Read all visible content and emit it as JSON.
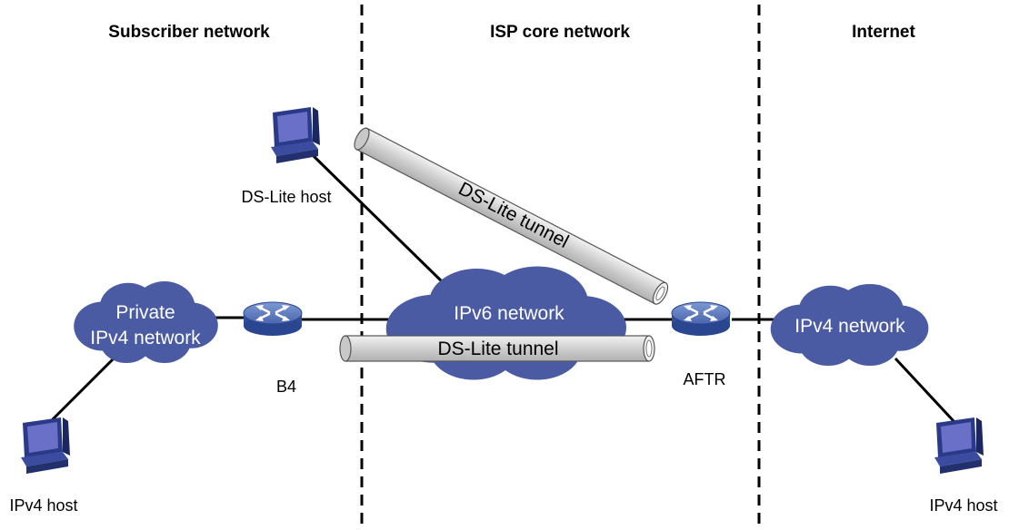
{
  "zones": {
    "subscriber": "Subscriber network",
    "isp_core": "ISP core network",
    "internet": "Internet"
  },
  "clouds": {
    "private_line1": "Private",
    "private_line2": "IPv4 network",
    "ipv6": "IPv6 network",
    "ipv4": "IPv4 network"
  },
  "devices": {
    "b4": "B4",
    "aftr": "AFTR"
  },
  "hosts": {
    "dslite": "DS-Lite host",
    "ipv4_left": "IPv4 host",
    "ipv4_right": "IPv4 host"
  },
  "tunnels": {
    "upper": "DS-Lite tunnel",
    "lower": "DS-Lite tunnel"
  },
  "colors": {
    "cloud": "#4a5ba3",
    "router_top": "#5c7bbf",
    "router_body": "#2f4f9a",
    "tunnel": "#d4d4d4",
    "host_screen": "#6a6fc8",
    "host_body": "#2a3a88"
  }
}
